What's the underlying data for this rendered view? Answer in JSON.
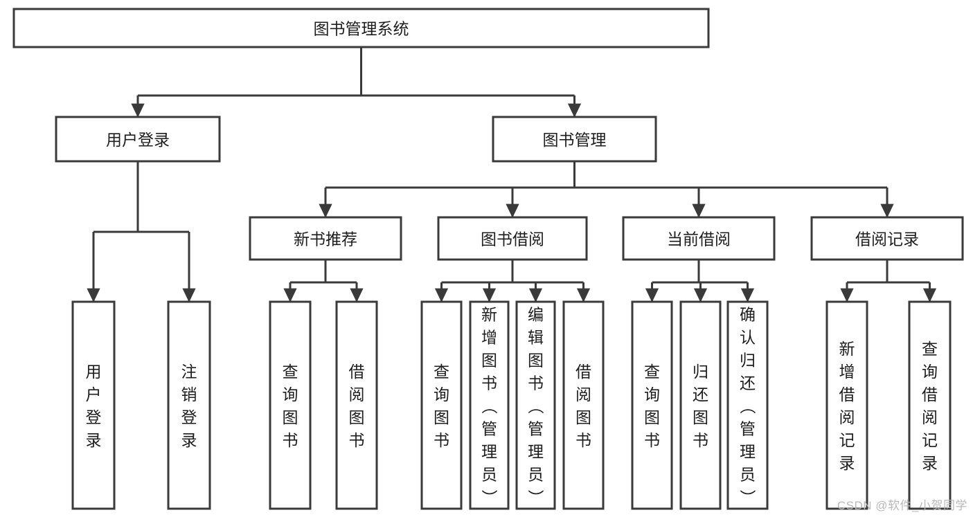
{
  "diagram": {
    "type": "tree-flowchart",
    "title": "图书管理系统",
    "orientation": "top-down",
    "arrowhead": "filled-triangle",
    "colors": {
      "box_stroke": "#3a3a3a",
      "box_fill": "#ffffff",
      "connector": "#3a3a3a",
      "text": "#1d1d1d",
      "watermark": "#b9b9b9",
      "background": "#ffffff"
    },
    "root": {
      "id": "root",
      "label": "图书管理系统",
      "orient": "horizontal"
    },
    "level1": [
      {
        "id": "user-login",
        "label": "用户登录",
        "orient": "horizontal"
      },
      {
        "id": "book-manage",
        "label": "图书管理",
        "orient": "horizontal"
      }
    ],
    "level2": [
      {
        "id": "new-book-rec",
        "label": "新书推荐",
        "parent": "book-manage",
        "orient": "horizontal"
      },
      {
        "id": "book-borrow",
        "label": "图书借阅",
        "parent": "book-manage",
        "orient": "horizontal"
      },
      {
        "id": "current-borrow",
        "label": "当前借阅",
        "parent": "book-manage",
        "orient": "horizontal"
      },
      {
        "id": "borrow-record",
        "label": "借阅记录",
        "parent": "book-manage",
        "orient": "horizontal"
      }
    ],
    "leaves": [
      {
        "id": "leaf-user-login",
        "label": "用户登录",
        "parent": "user-login",
        "orient": "vertical"
      },
      {
        "id": "leaf-user-logout",
        "label": "注销登录",
        "parent": "user-login",
        "orient": "vertical"
      },
      {
        "id": "leaf-query-book-1",
        "label": "查询图书",
        "parent": "new-book-rec",
        "orient": "vertical"
      },
      {
        "id": "leaf-borrow-book-1",
        "label": "借阅图书",
        "parent": "new-book-rec",
        "orient": "vertical"
      },
      {
        "id": "leaf-query-book-2",
        "label": "查询图书",
        "parent": "book-borrow",
        "orient": "vertical"
      },
      {
        "id": "leaf-add-book",
        "label": "新增图书（管理员）",
        "parent": "book-borrow",
        "orient": "vertical"
      },
      {
        "id": "leaf-edit-book",
        "label": "编辑图书（管理员）",
        "parent": "book-borrow",
        "orient": "vertical"
      },
      {
        "id": "leaf-borrow-book-2",
        "label": "借阅图书",
        "parent": "book-borrow",
        "orient": "vertical"
      },
      {
        "id": "leaf-query-book-3",
        "label": "查询图书",
        "parent": "current-borrow",
        "orient": "vertical"
      },
      {
        "id": "leaf-return-book",
        "label": "归还图书",
        "parent": "current-borrow",
        "orient": "vertical"
      },
      {
        "id": "leaf-confirm-return",
        "label": "确认归还（管理员）",
        "parent": "current-borrow",
        "orient": "vertical"
      },
      {
        "id": "leaf-add-record",
        "label": "新增借阅记录",
        "parent": "borrow-record",
        "orient": "vertical"
      },
      {
        "id": "leaf-query-record",
        "label": "查询借阅记录",
        "parent": "borrow-record",
        "orient": "vertical"
      }
    ]
  },
  "watermark": {
    "text": "CSDN @软件_小贺同学"
  }
}
